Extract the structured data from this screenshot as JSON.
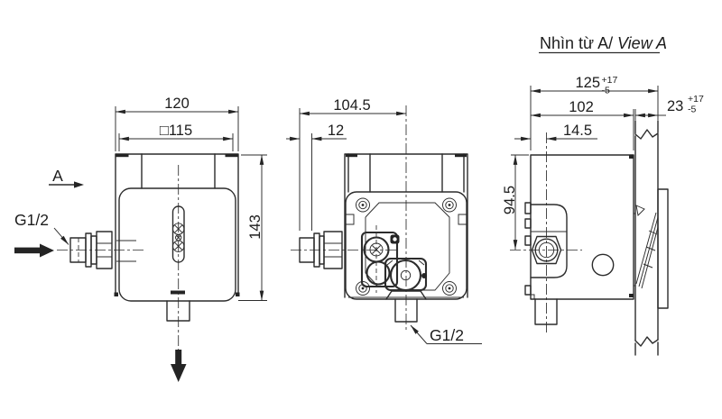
{
  "colors": {
    "ink": "#2c2c2c",
    "text": "#1c1c1c",
    "paper": "#ffffff"
  },
  "front_view": {
    "dim_width": "120",
    "dim_square": "□115",
    "dim_height": "143",
    "view_letter": "A",
    "inlet_thread": "G1/2"
  },
  "rear_view": {
    "dim_width": "104.5",
    "dim_offset": "12",
    "outlet_thread": "G1/2"
  },
  "side_view": {
    "title_vietnamese": "Nhìn từ A/",
    "title_english": "View A",
    "dim_total_depth": "125",
    "dim_total_tol_upper": "+17",
    "dim_total_tol_lower": "-5",
    "dim_body_depth": "102",
    "dim_wall_thickness": "23",
    "dim_wall_tol_upper": "+17",
    "dim_wall_tol_lower": "-5",
    "dim_center_inset": "14.5",
    "dim_inlet_height": "94.5"
  }
}
